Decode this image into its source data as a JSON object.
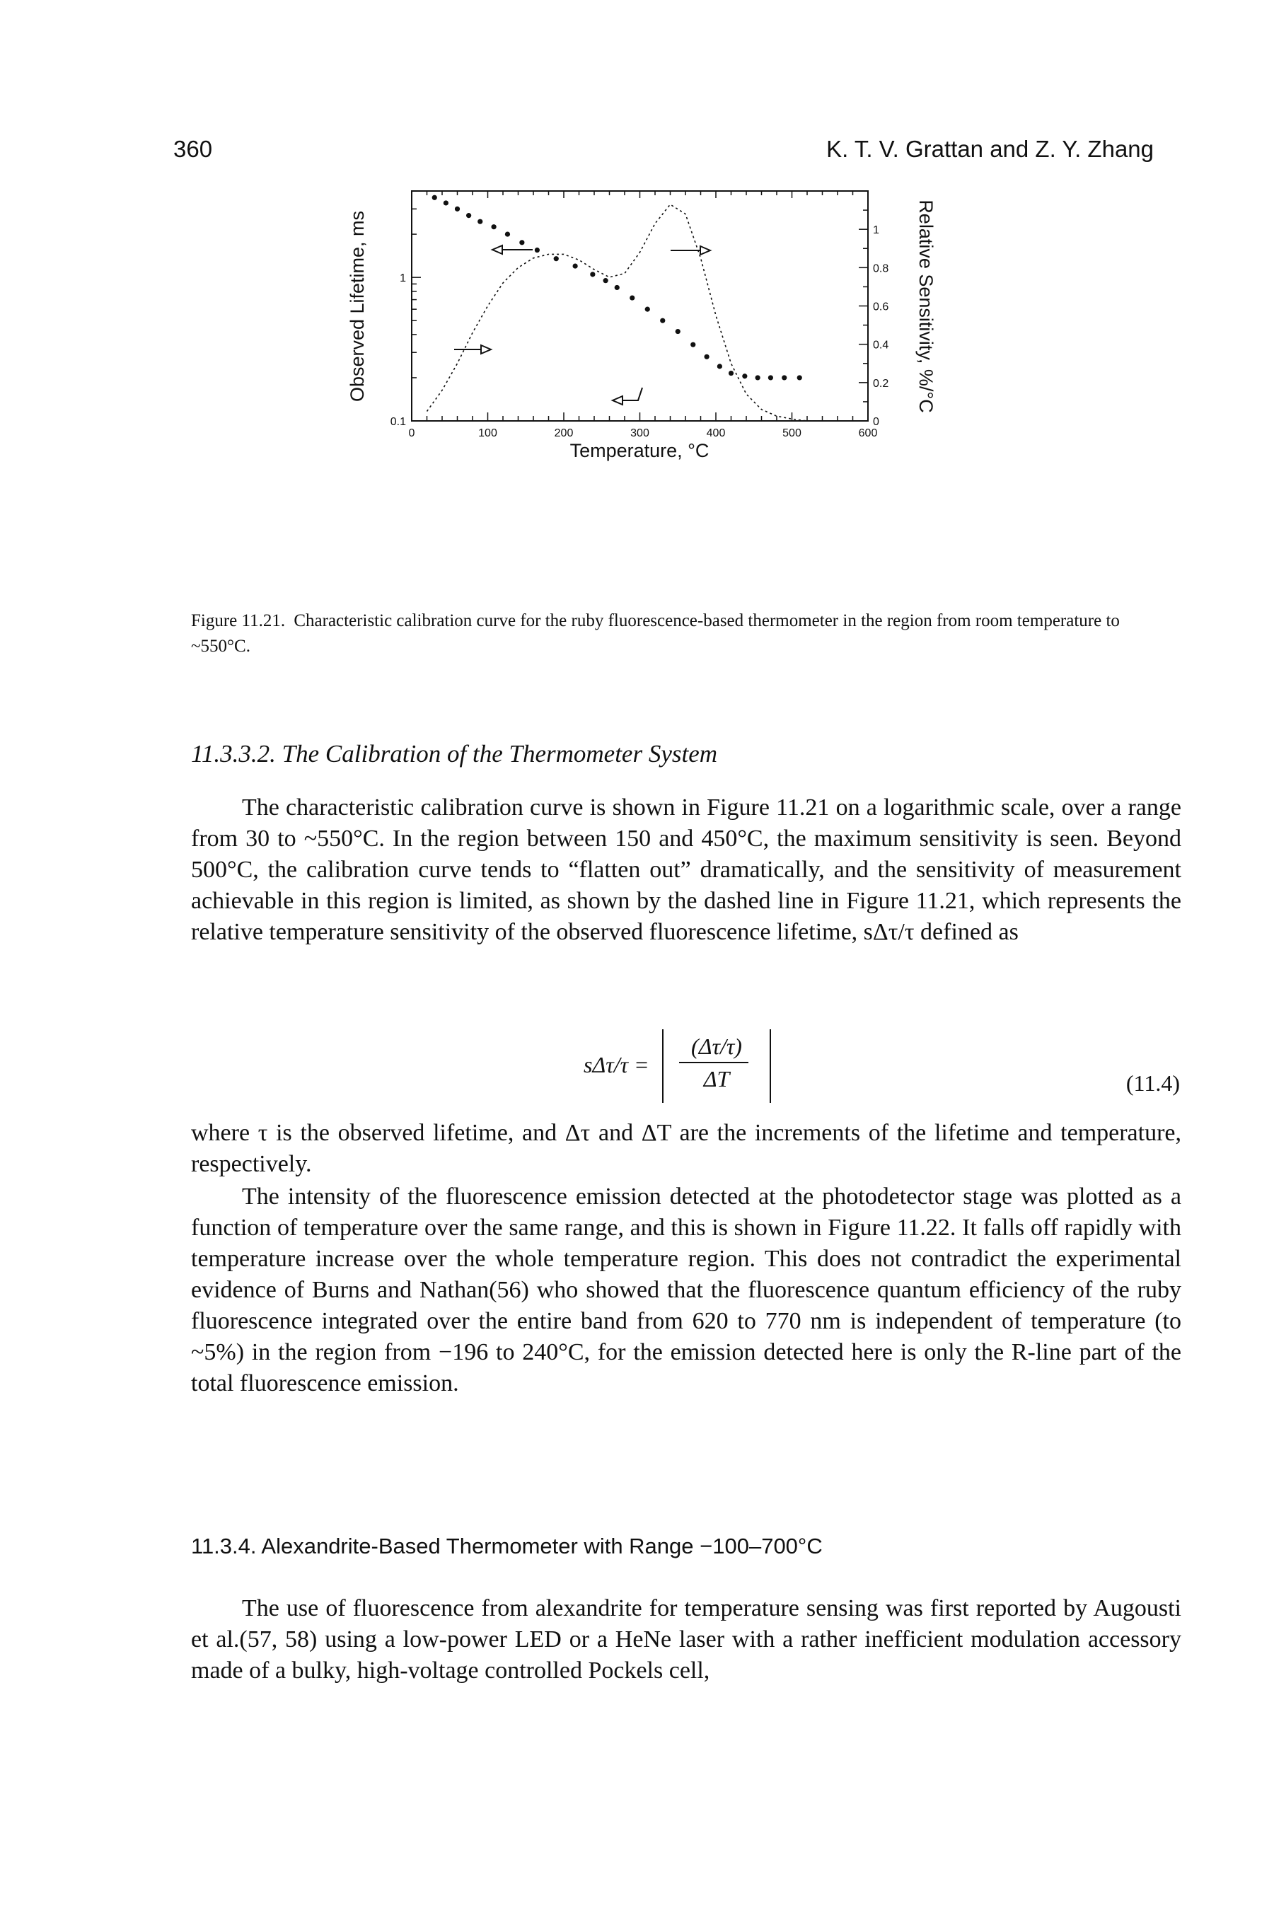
{
  "header": {
    "page_number": "360",
    "authors": "K. T. V. Grattan and Z. Y. Zhang"
  },
  "figure": {
    "label": "Figure 11.21.",
    "caption": "Characteristic calibration curve for the ruby fluorescence-based thermometer in the region from room temperature to ~550°C.",
    "chart_data": {
      "type": "scatter",
      "xlabel": "Temperature, °C",
      "ylabel_left": "Observed Lifetime, ms",
      "ylabel_right": "Relative Sensitivity, %/°C",
      "xlim": [
        0,
        600
      ],
      "ylim_left": [
        0.1,
        4
      ],
      "ylim_right": [
        0,
        1.2
      ],
      "left_axis_scale": "log",
      "x_ticks": [
        "0",
        "100",
        "200",
        "300",
        "400",
        "500",
        "600"
      ],
      "y_left_ticks": [
        "0.1",
        "1"
      ],
      "y_right_ticks": [
        "0",
        "0.2",
        "0.4",
        "0.6",
        "0.8",
        "1"
      ],
      "series": [
        {
          "style": "dots",
          "axis": "left",
          "x": [
            30,
            45,
            60,
            75,
            90,
            108,
            126,
            145,
            165,
            190,
            215,
            238,
            255,
            270,
            290,
            310,
            330,
            350,
            370,
            388,
            405,
            420,
            438,
            455,
            472,
            490,
            510
          ],
          "y": [
            3.6,
            3.3,
            3.0,
            2.7,
            2.45,
            2.25,
            2.0,
            1.75,
            1.55,
            1.35,
            1.2,
            1.05,
            0.95,
            0.85,
            0.72,
            0.6,
            0.5,
            0.42,
            0.34,
            0.28,
            0.24,
            0.215,
            0.205,
            0.2,
            0.2,
            0.2,
            0.2
          ]
        },
        {
          "style": "dashed",
          "axis": "right",
          "x": [
            20,
            40,
            60,
            80,
            100,
            120,
            140,
            160,
            180,
            200,
            220,
            240,
            260,
            280,
            300,
            320,
            340,
            360,
            380,
            400,
            420,
            440,
            460,
            480,
            500,
            520,
            540
          ],
          "y": [
            0.05,
            0.16,
            0.3,
            0.46,
            0.6,
            0.72,
            0.8,
            0.85,
            0.87,
            0.87,
            0.84,
            0.79,
            0.75,
            0.77,
            0.88,
            1.03,
            1.13,
            1.08,
            0.85,
            0.55,
            0.3,
            0.14,
            0.06,
            0.025,
            0.01,
            0.0,
            0.0
          ]
        }
      ]
    }
  },
  "subsection": {
    "heading": "11.3.3.2. The Calibration of the Thermometer System"
  },
  "paragraphs": {
    "p1": "The characteristic calibration curve is shown in Figure 11.21 on a logarithmic scale, over a range from 30 to ~550°C. In the region between 150 and 450°C, the maximum sensitivity is seen. Beyond 500°C, the calibration curve tends to “flatten out” dramatically, and the sensitivity of measurement achievable in this region is limited, as shown by the dashed line in Figure 11.21, which represents the relative temperature sensitivity of the observed fluorescence lifetime, sΔτ/τ defined as",
    "p2": "where τ is the observed lifetime, and Δτ and ΔT are the increments of the lifetime and temperature, respectively.",
    "p3": "The intensity of the fluorescence emission detected at the photodetector stage was plotted as a function of temperature over the same range, and this is shown in Figure 11.22. It falls off rapidly with temperature increase over the whole temperature region. This does not contradict the experimental evidence of Burns and Nathan(56) who showed that the fluorescence quantum efficiency of the ruby fluorescence integrated over the entire band from 620 to 770 nm is independent of temperature (to ~5%) in the region from −196 to 240°C, for the emission detected here is only the R-line part of the total fluorescence emission.",
    "p4": "The use of fluorescence from alexandrite for temperature sensing was first reported by Augousti et al.(57, 58) using a low-power LED or a HeNe laser with a rather inefficient modulation accessory made of a bulky, high-voltage controlled Pockels cell,"
  },
  "equation": {
    "lhs": "sΔτ/τ =",
    "numerator": "(Δτ/τ)",
    "denominator": "ΔT",
    "number": "(11.4)"
  },
  "section": {
    "heading": "11.3.4. Alexandrite-Based Thermometer with Range −100–700°C"
  }
}
